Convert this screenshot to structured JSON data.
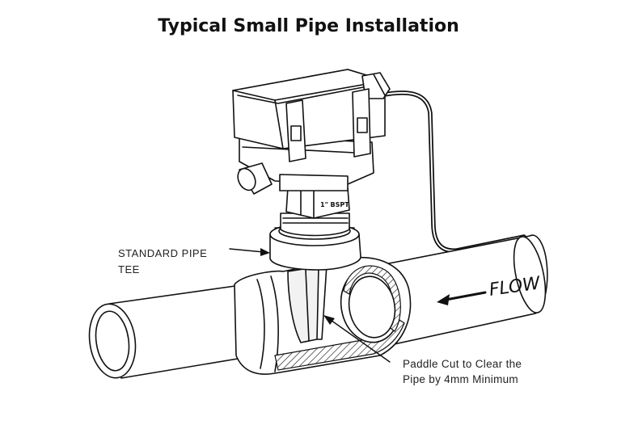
{
  "title": "Typical Small Pipe Installation",
  "labels": {
    "tee_line1": "STANDARD PIPE",
    "tee_line2": "TEE",
    "paddle_line1": "Paddle Cut to Clear the",
    "paddle_line2": "Pipe by 4mm Minimum",
    "bspt": "1\" BSPT",
    "flow": "FLOW"
  }
}
